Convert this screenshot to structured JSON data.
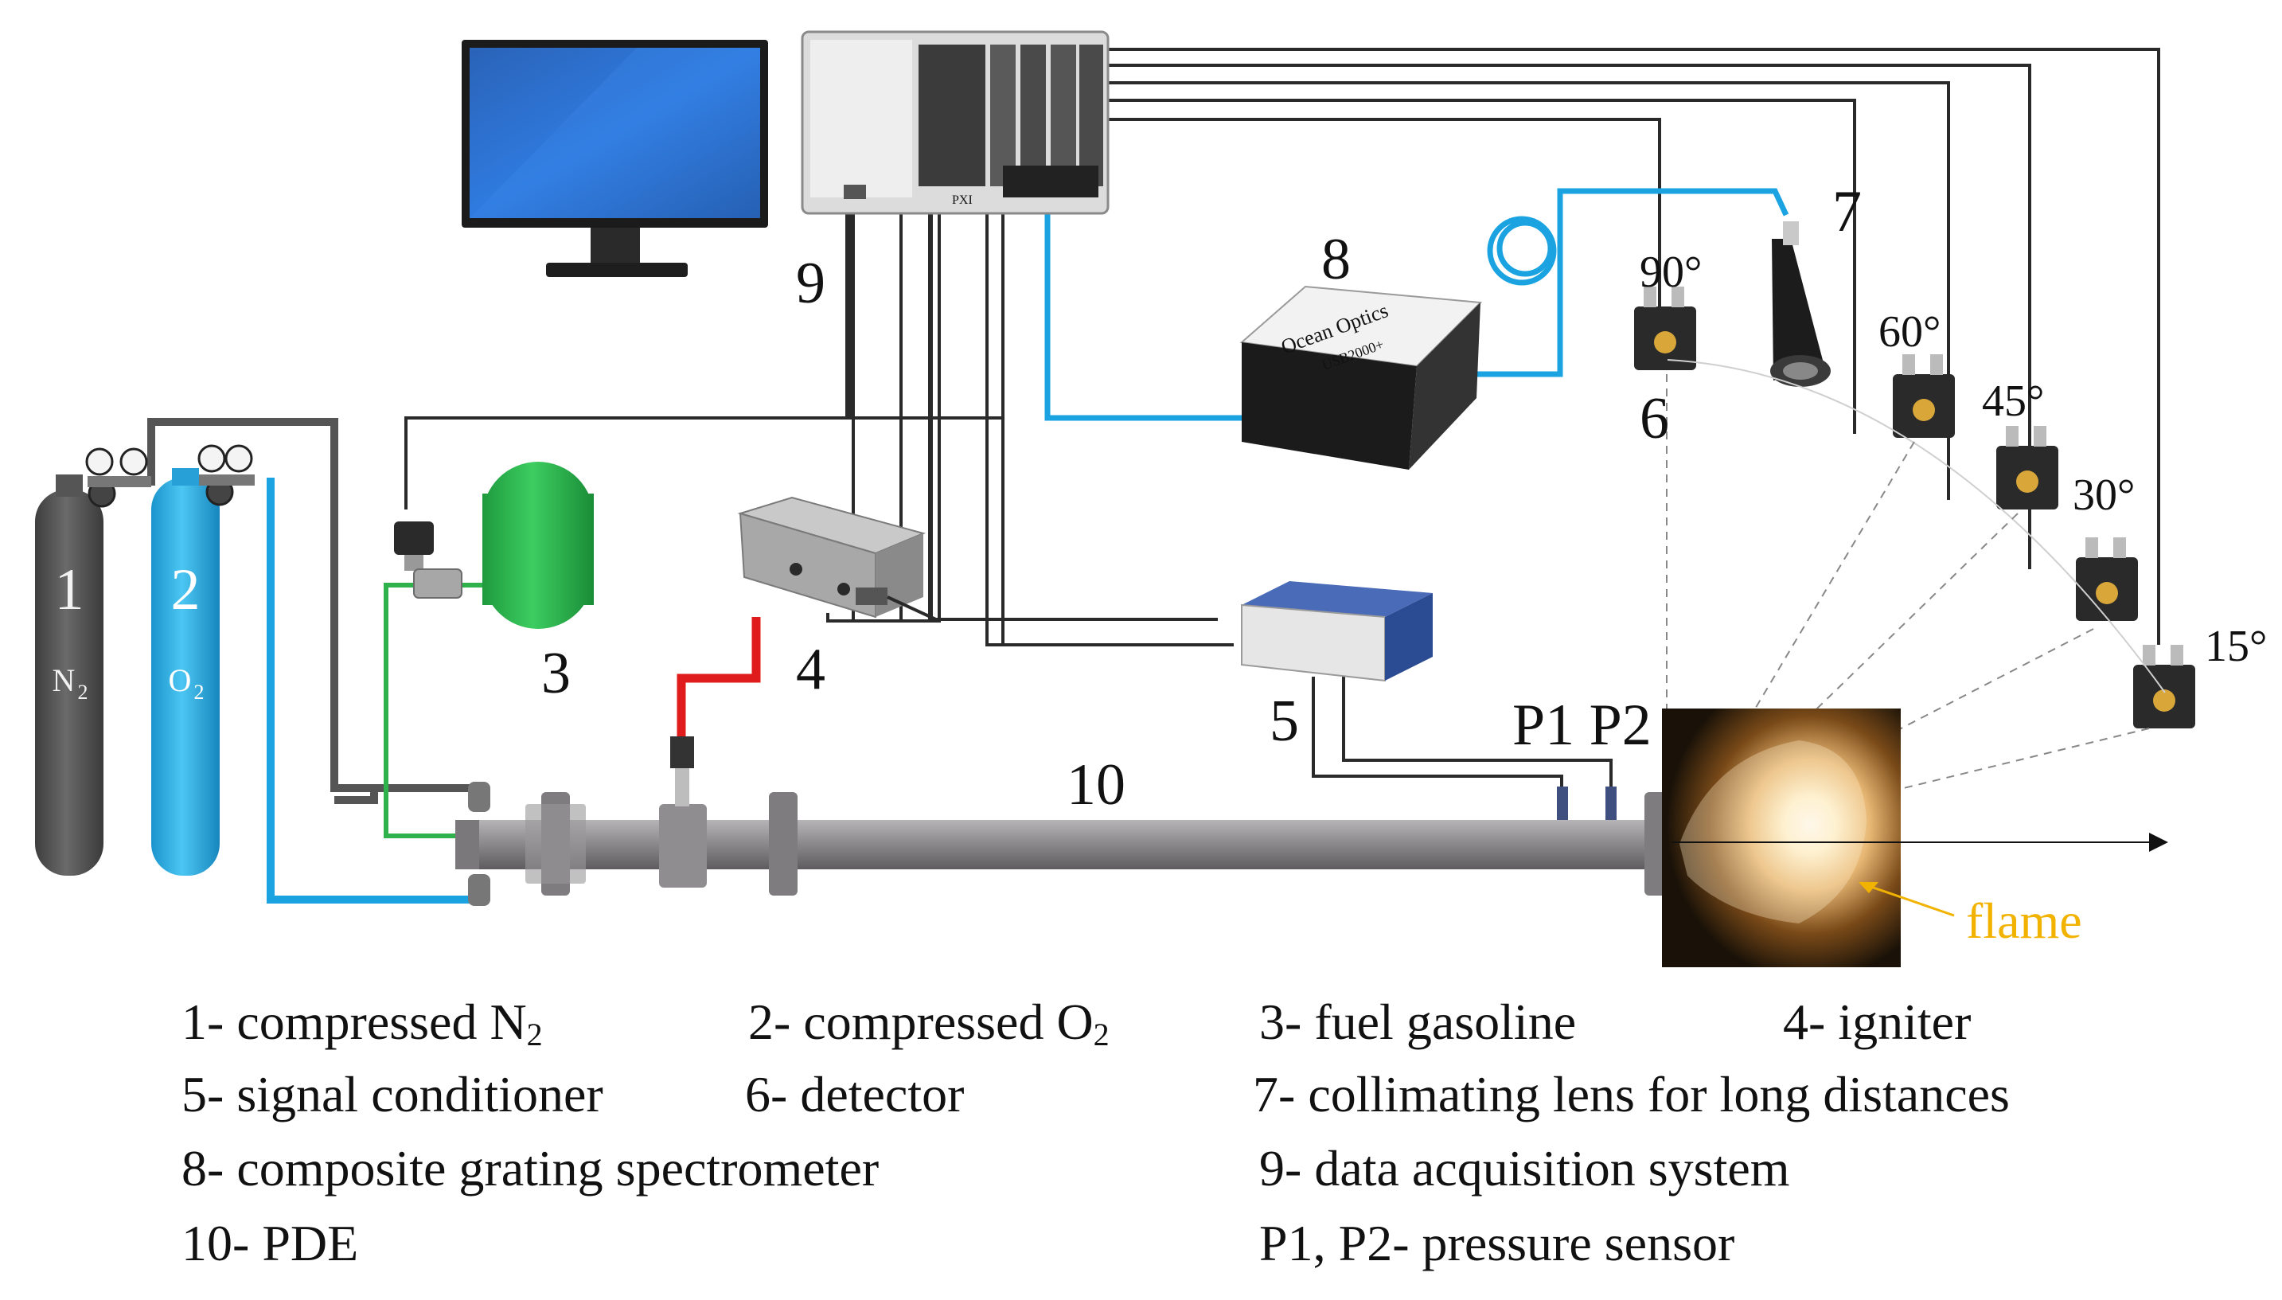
{
  "labels": {
    "n1": "1",
    "n2": "2",
    "n3": "3",
    "n4": "4",
    "n5": "5",
    "n6": "6",
    "n7": "7",
    "n8": "8",
    "n9": "9",
    "n10": "10",
    "p1p2": "P1 P2",
    "cyl1_gas": "N",
    "cyl1_sub": "2",
    "cyl2_gas": "O",
    "cyl2_sub": "2",
    "flame": "flame",
    "deg90": "90°",
    "deg60": "60°",
    "deg45": "45°",
    "deg30": "30°",
    "deg15": "15°",
    "spectrometer_brand": "Ocean Optics",
    "spectrometer_model": "USB2000+",
    "daq_front": "PXI"
  },
  "legend": {
    "l1_pre": "1- compressed N",
    "l1_sub": "2",
    "l2_pre": "2- compressed O",
    "l2_sub": "2",
    "l3": "3- fuel gasoline",
    "l4": "4- igniter",
    "l5": "5- signal conditioner",
    "l6": "6- detector",
    "l7": "7- collimating lens for long distances",
    "l8": "8- composite grating spectrometer",
    "l9": "9- data acquisition system",
    "l10": "10- PDE",
    "lp": "P1, P2-  pressure sensor"
  },
  "colors": {
    "cable": "#2a2a2a",
    "fiber": "#1aa3e0",
    "green_line": "#2fb24b",
    "red_line": "#e01b1b",
    "tube": "#8c8a8c",
    "flame": "#f2b300",
    "n2_cylinder": "#595959",
    "o2_cylinder": "#2fb6ea",
    "fuel_tank": "#27b24a"
  }
}
